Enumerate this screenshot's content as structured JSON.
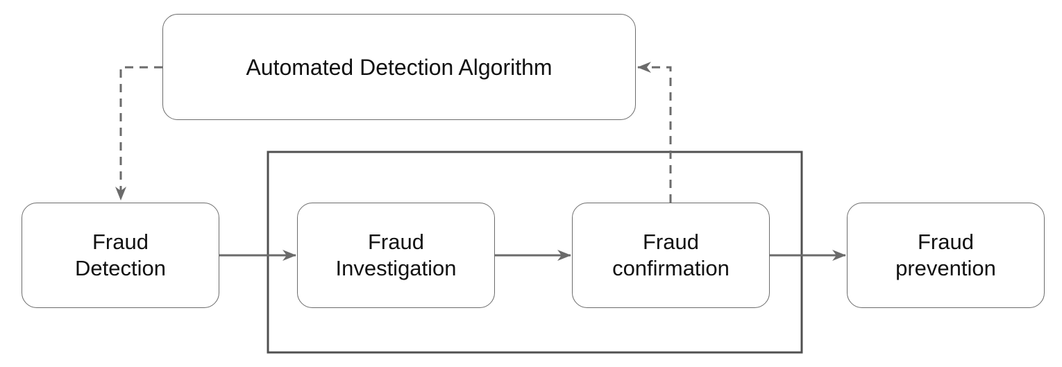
{
  "nodes": {
    "algorithm": {
      "label": "Automated Detection Algorithm"
    },
    "detection": {
      "line1": "Fraud",
      "line2": "Detection"
    },
    "investigation": {
      "line1": "Fraud",
      "line2": "Investigation"
    },
    "confirmation": {
      "line1": "Fraud",
      "line2": "confirmation"
    },
    "prevention": {
      "line1": "Fraud",
      "line2": "prevention"
    }
  },
  "edges": [
    {
      "from": "algorithm",
      "to": "detection",
      "style": "dashed"
    },
    {
      "from": "detection",
      "to": "investigation",
      "style": "solid"
    },
    {
      "from": "investigation",
      "to": "confirmation",
      "style": "solid"
    },
    {
      "from": "confirmation",
      "to": "prevention",
      "style": "solid"
    },
    {
      "from": "confirmation",
      "to": "algorithm",
      "style": "dashed"
    }
  ],
  "colors": {
    "node_border": "#6b6b6b",
    "arrow": "#6b6b6b",
    "group_border": "#505050"
  }
}
